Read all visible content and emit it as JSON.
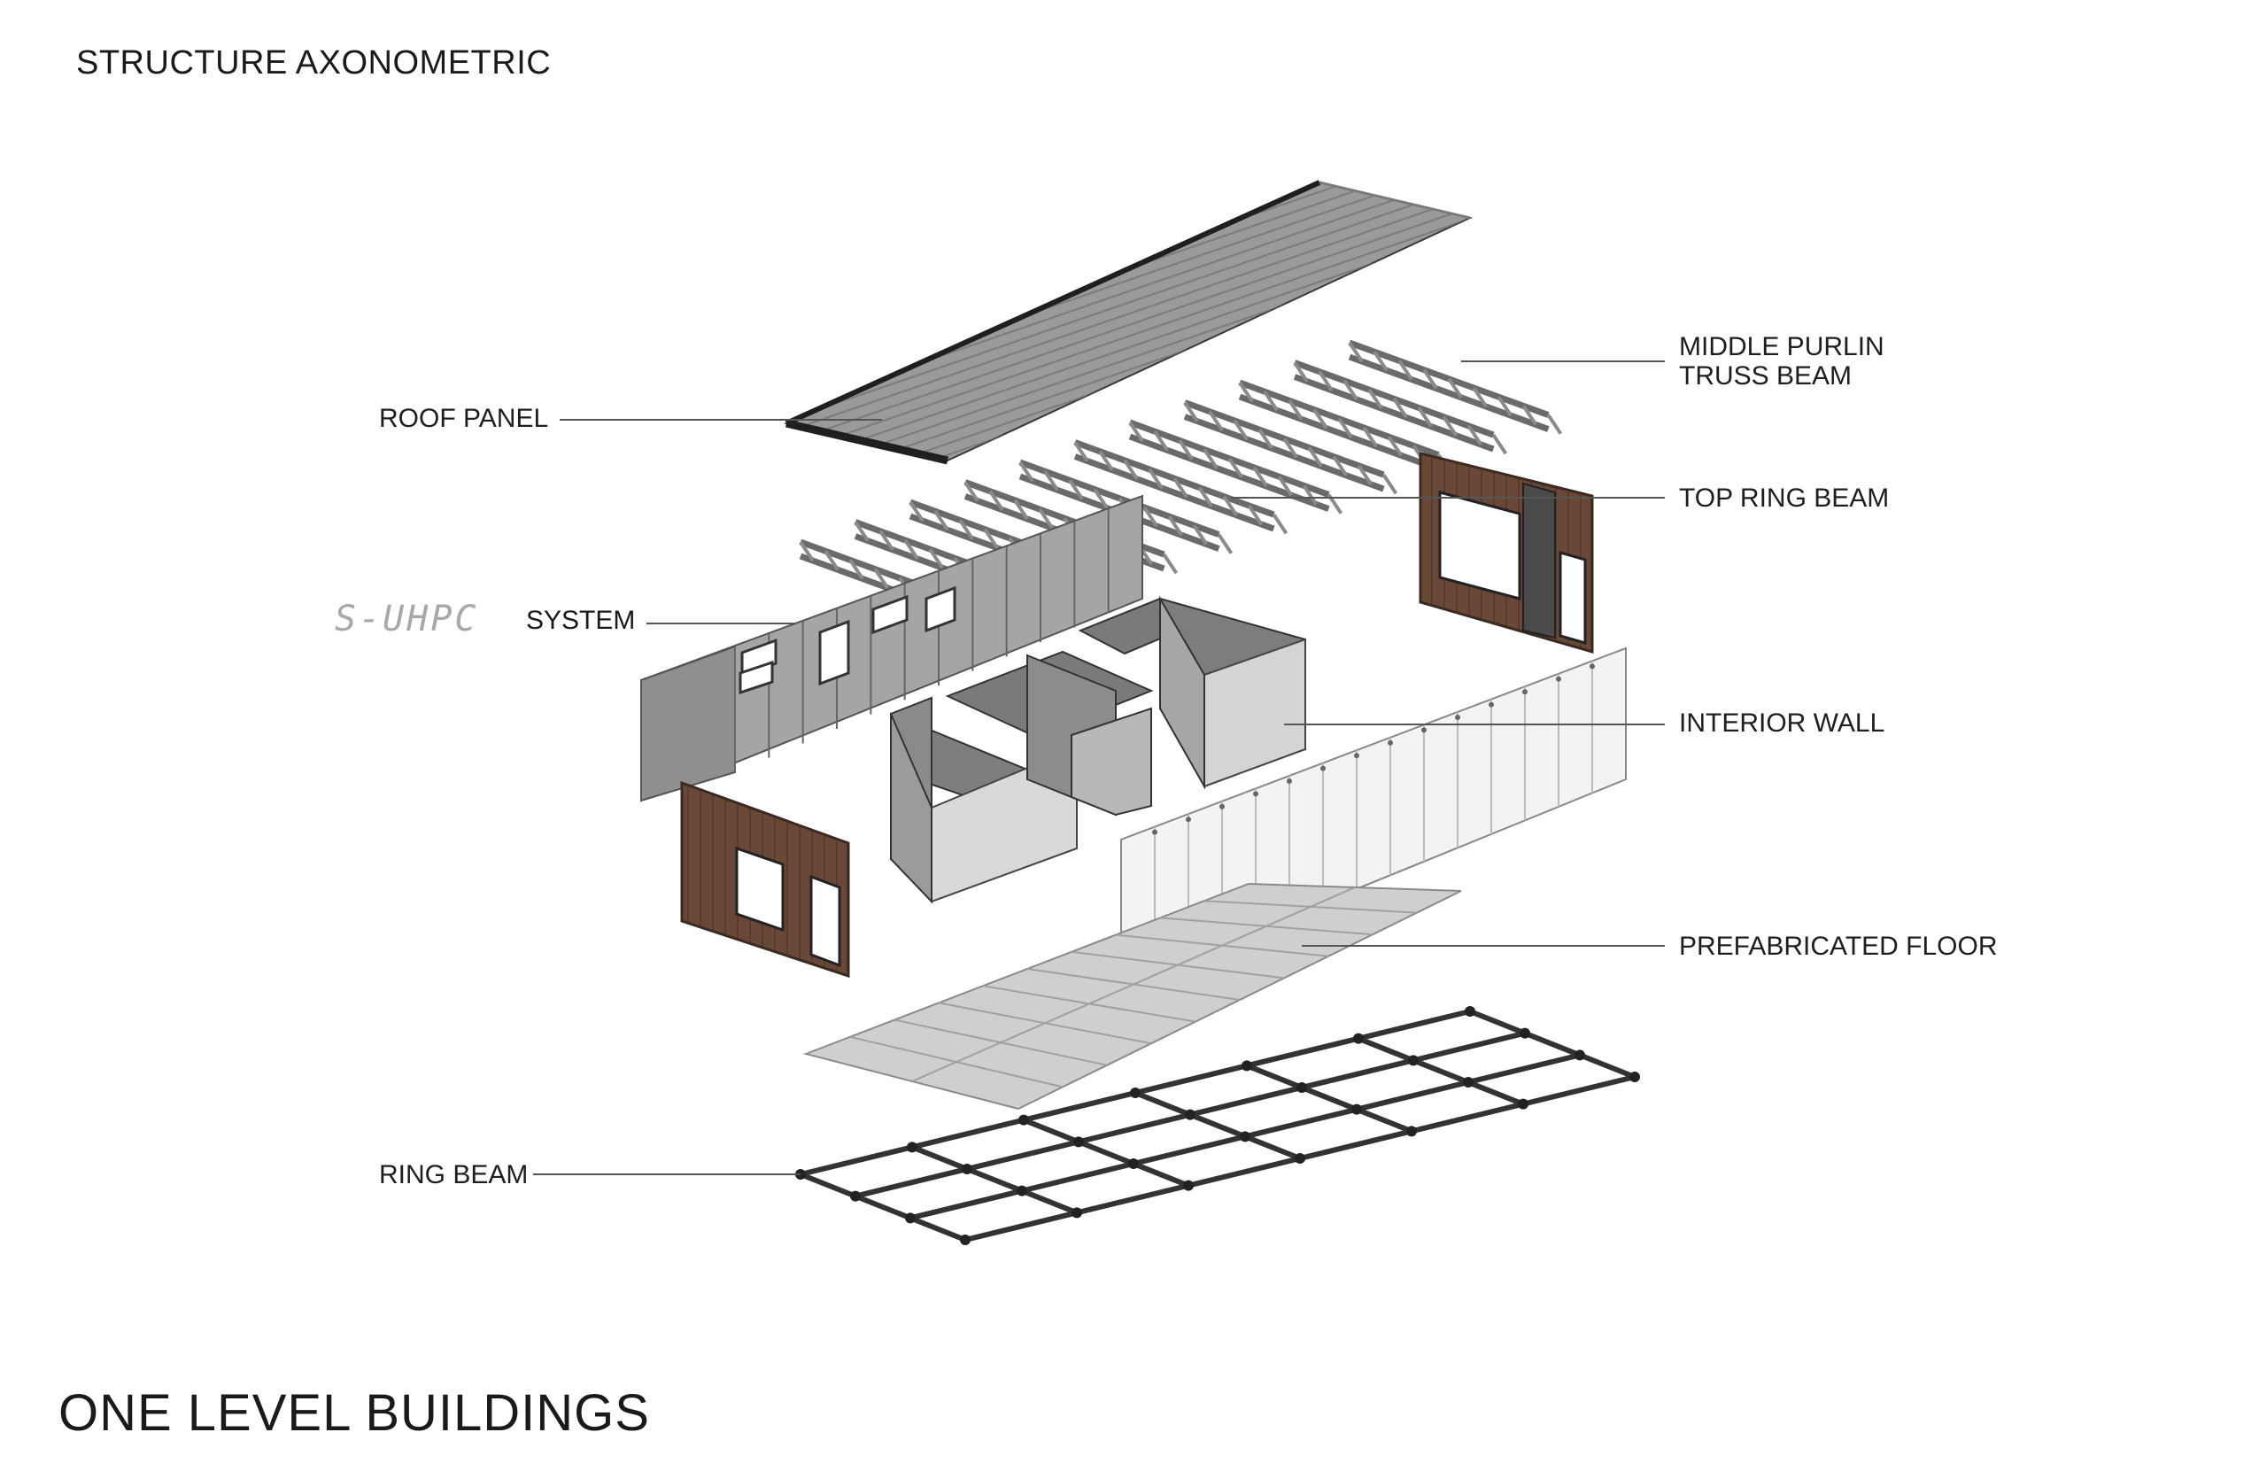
{
  "header": {
    "title": "STRUCTURE AXONOMETRIC"
  },
  "footer": {
    "title": "ONE LEVEL BUILDINGS"
  },
  "watermark": {
    "text": "S-UHPC"
  },
  "labels": {
    "roof_panel": "ROOF PANEL",
    "middle_purlin_line1": "MIDDLE PURLIN",
    "middle_purlin_line2": "TRUSS BEAM",
    "top_ring_beam": "TOP RING BEAM",
    "system": "SYSTEM",
    "interior_wall": "INTERIOR WALL",
    "prefabricated_floor": "PREFABRICATED FLOOR",
    "ring_beam": "RING BEAM"
  },
  "colors": {
    "roof": "#8c8c8c",
    "roof_edge": "#2a2a2a",
    "truss": "#7d7d7d",
    "wall_grey": "#a7a7a7",
    "wall_dark": "#8a8a8a",
    "wood": "#6b4a3a",
    "white_wall": "#f2f2f2",
    "floor": "#c9c9c9",
    "leader": "#555555"
  }
}
